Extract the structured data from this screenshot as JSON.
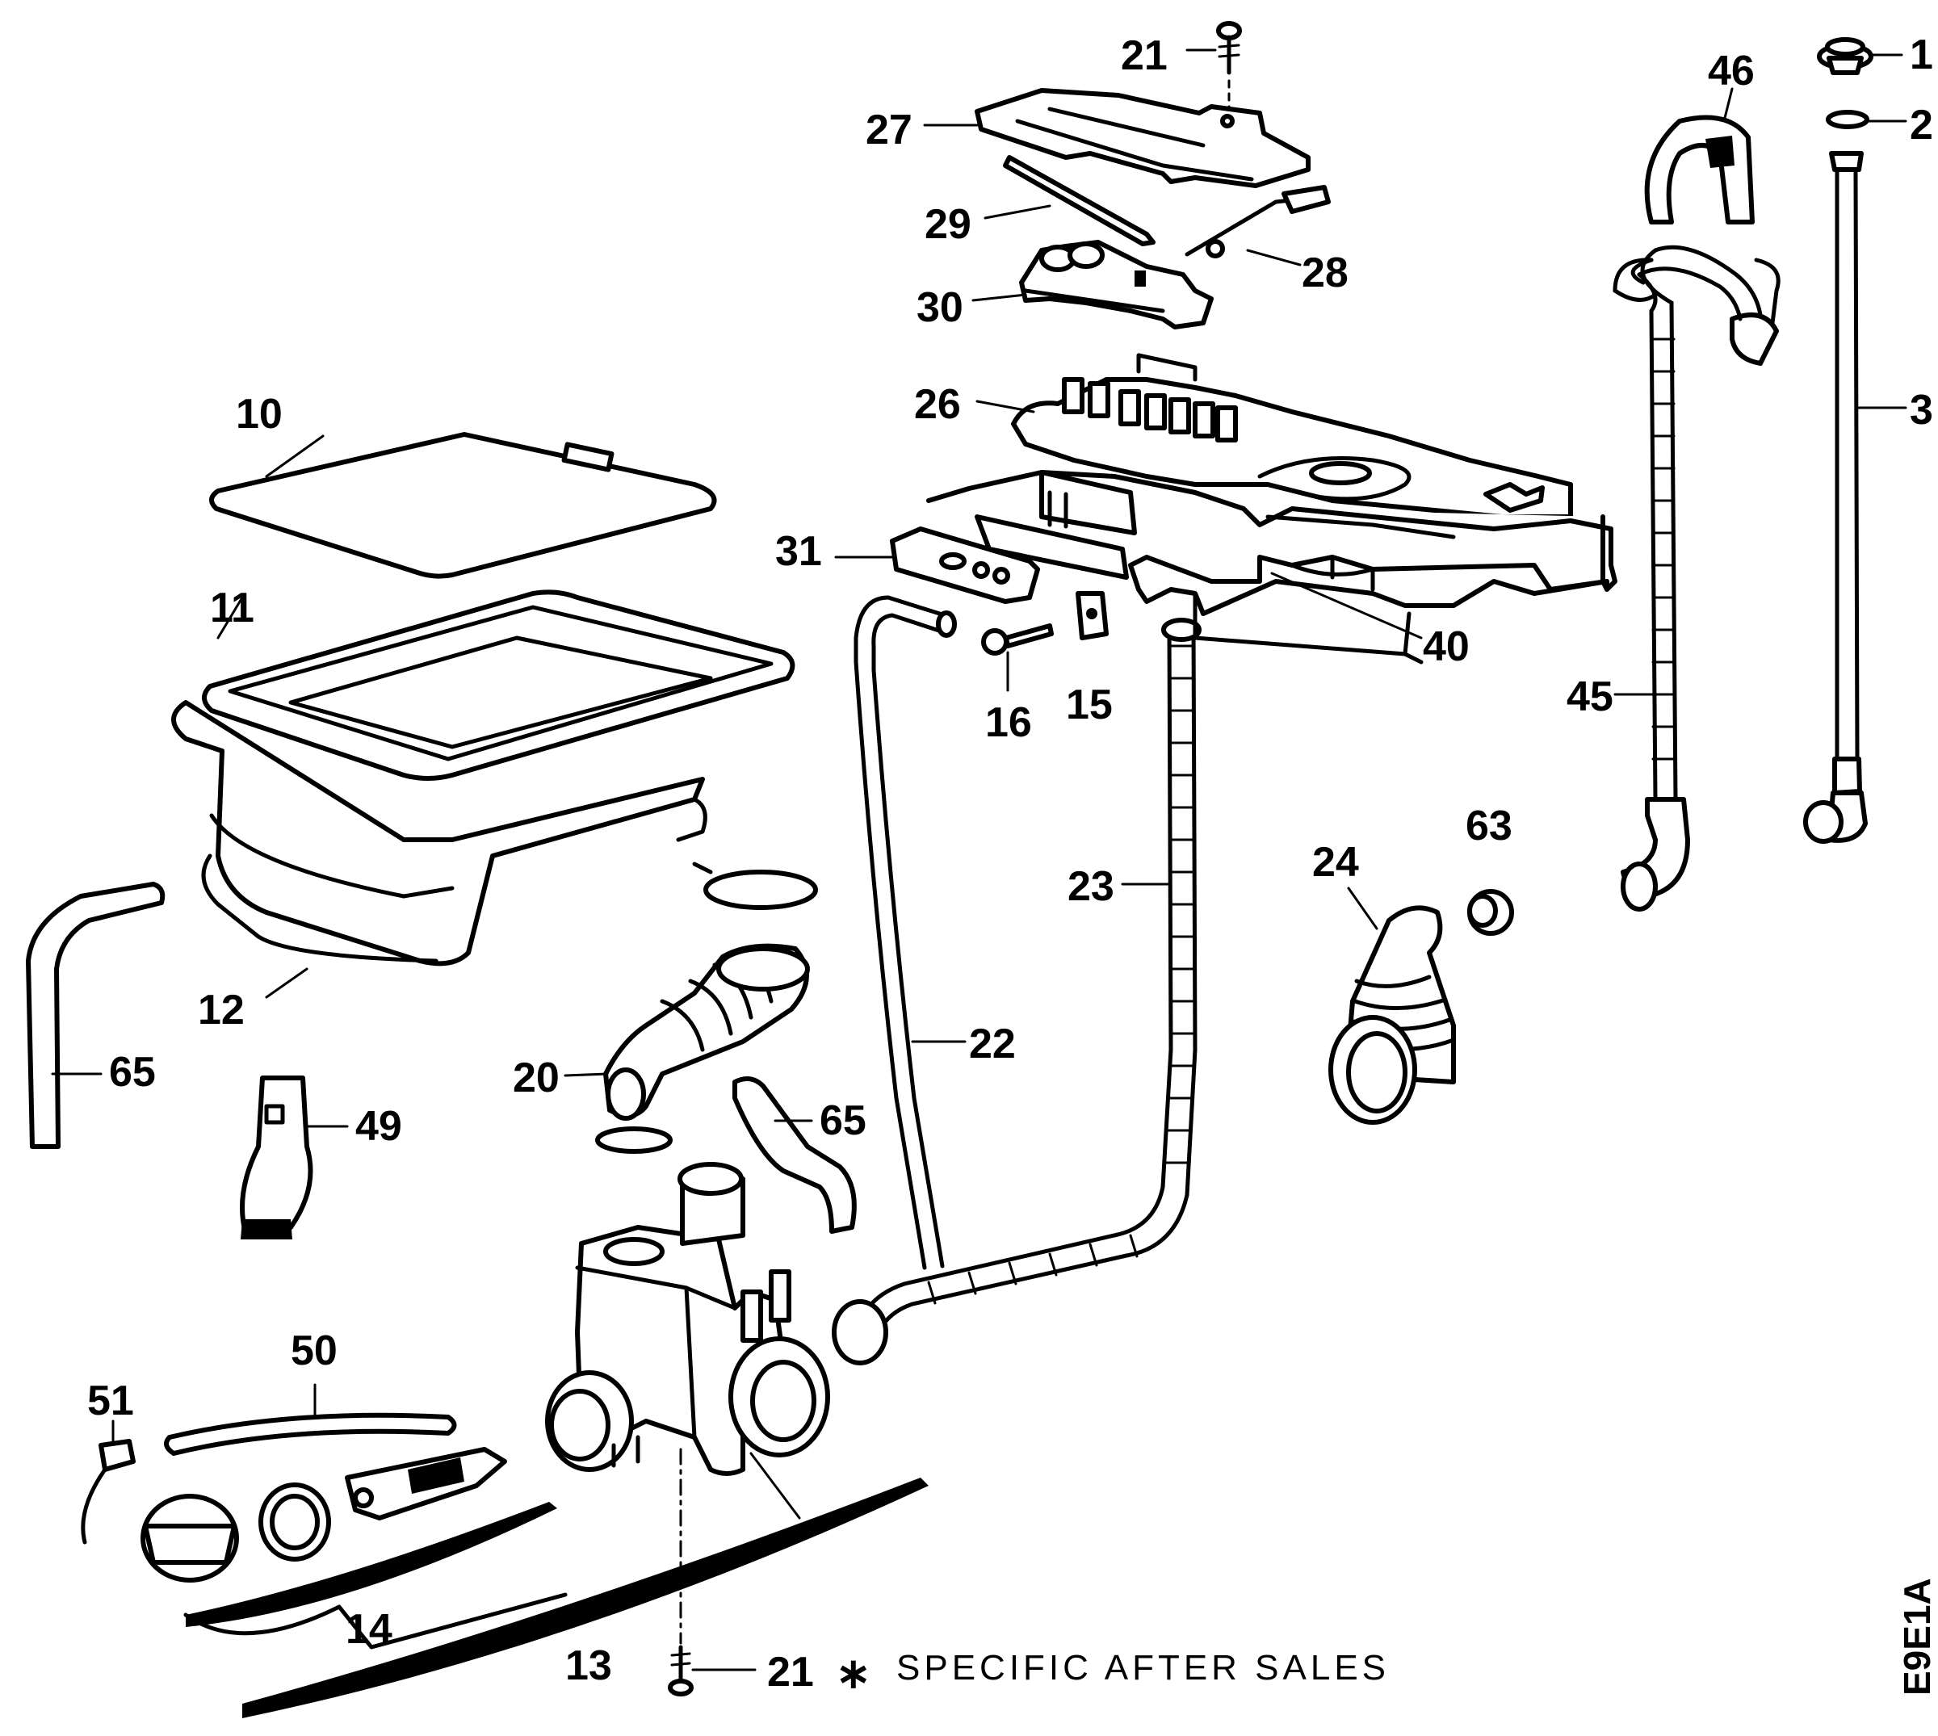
{
  "labels": {
    "n1": "1",
    "n2": "2",
    "n3": "3",
    "n10": "10",
    "n11": "11",
    "n12": "12",
    "n13": "13",
    "n14": "14",
    "n15": "15",
    "n16": "16",
    "n20": "20",
    "n21_top": "21",
    "n21_bottom": "21",
    "n22": "22",
    "n23": "23",
    "n24": "24",
    "n26": "26",
    "n27": "27",
    "n28": "28",
    "n29": "29",
    "n30": "30",
    "n31": "31",
    "n40": "40",
    "n45": "45",
    "n46": "46",
    "n49": "49",
    "n50": "50",
    "n51": "51",
    "n63": "63",
    "n65_left": "65",
    "n65_mid": "65"
  },
  "note": {
    "asterisk": "∗",
    "text": "SPECIFIC AFTER SALES"
  },
  "diagram_code": "E9E1A"
}
